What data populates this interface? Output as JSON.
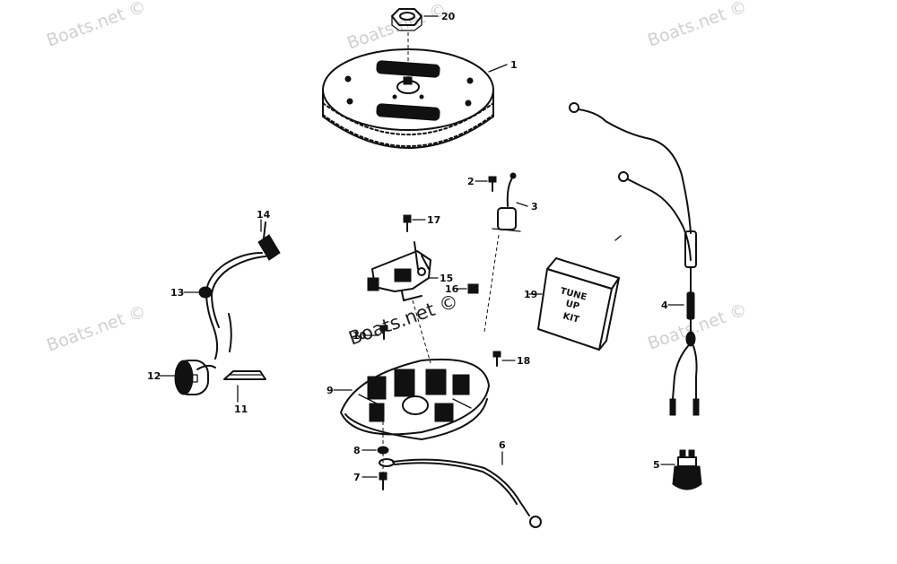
{
  "watermark": {
    "text": "Boats.net ©"
  },
  "callouts": {
    "c1": "1",
    "c2": "2",
    "c3": "3",
    "c4": "4",
    "c5": "5",
    "c6": "6",
    "c7": "7",
    "c8": "8",
    "c9": "9",
    "c10": "10",
    "c11": "11",
    "c12": "12",
    "c13": "13",
    "c14": "14",
    "c15": "15",
    "c16": "16",
    "c17": "17",
    "c18": "18",
    "c19": "19",
    "c20": "20"
  },
  "tune_up_kit": {
    "line1": "TUNE",
    "line2": "UP",
    "line3": "KIT"
  }
}
